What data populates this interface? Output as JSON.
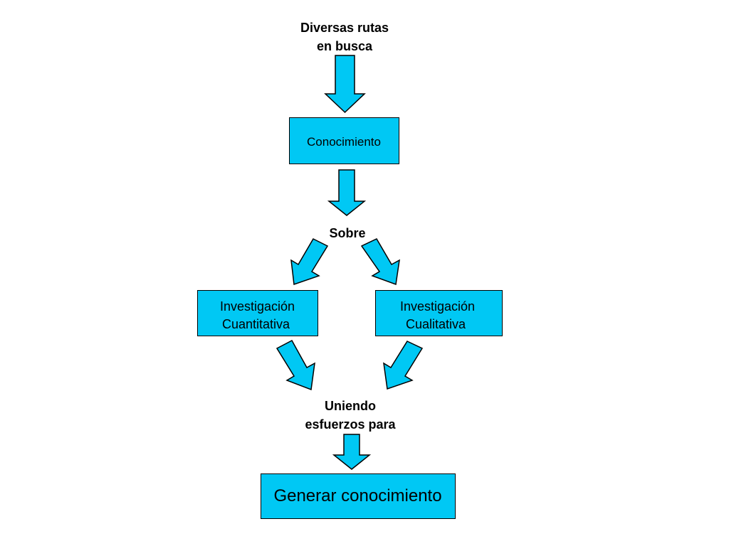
{
  "colors": {
    "fill": "#00c8f4",
    "stroke": "#000000",
    "background": "#ffffff"
  },
  "diagram": {
    "top_label": {
      "line1": "Diversas rutas",
      "line2": "en busca"
    },
    "box_knowledge": "Conocimiento",
    "middle_label": "Sobre",
    "box_quantitative": {
      "line1": "Investigación",
      "line2": "Cuantitativa"
    },
    "box_qualitative": {
      "line1": "Investigación",
      "line2": "Cualitativa"
    },
    "join_label": {
      "line1": "Uniendo",
      "line2": "esfuerzos para"
    },
    "box_generate": "Generar conocimiento"
  }
}
